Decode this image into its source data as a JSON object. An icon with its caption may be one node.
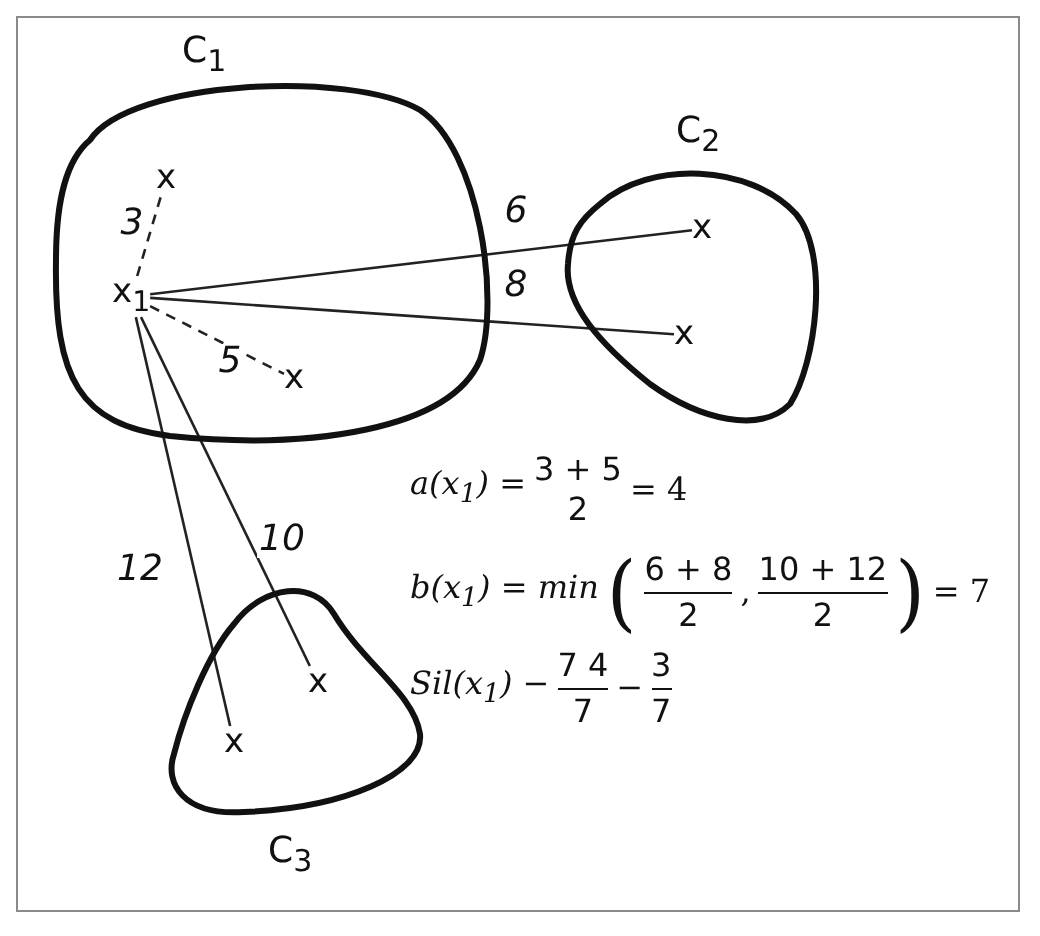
{
  "diagram": {
    "nodes": [
      {
        "text": [
          "C$_{1}$"
        ]
      },
      {
        "text": [
          "x"
        ],
        "in": 0
      },
      {
        "text": [
          "x$_{1}$"
        ],
        "in": 0
      },
      {
        "text": [
          "x"
        ],
        "in": 0
      },
      {
        "text": [
          "C$_{2}$"
        ]
      },
      {
        "text": [
          "x"
        ],
        "in": 4
      },
      {
        "text": [
          "x"
        ],
        "in": 4
      },
      {
        "text": [
          "C$_{3}$"
        ]
      },
      {
        "text": [
          "x"
        ],
        "in": 7
      },
      {
        "text": [
          "x"
        ],
        "in": 7
      }
    ],
    "edges": [
      {
        "from": 2,
        "to": 1,
        "arrow": "none",
        "label": "3",
        "style": "dashed"
      },
      {
        "from": 2,
        "to": 3,
        "arrow": "none",
        "label": "5",
        "style": "dashed"
      },
      {
        "from": 2,
        "to": 5,
        "arrow": "none",
        "label": "6"
      },
      {
        "from": 2,
        "to": 6,
        "arrow": "none",
        "label": "8"
      },
      {
        "from": 2,
        "to": 9,
        "arrow": "none",
        "label": "12"
      },
      {
        "from": 2,
        "to": 8,
        "arrow": "none",
        "label": "10"
      }
    ],
    "labels": [
      "a(x$_{1}$) =",
      "3 + 5",
      "2",
      "= 4",
      "b(x$_{1}$) = min",
      "(",
      "6 + 8",
      "2",
      ",",
      "10 + 12",
      "2",
      ")",
      "= 7",
      "Sil(x$_{1}$) −",
      "7 4",
      "7",
      "−",
      "3",
      "7"
    ]
  }
}
